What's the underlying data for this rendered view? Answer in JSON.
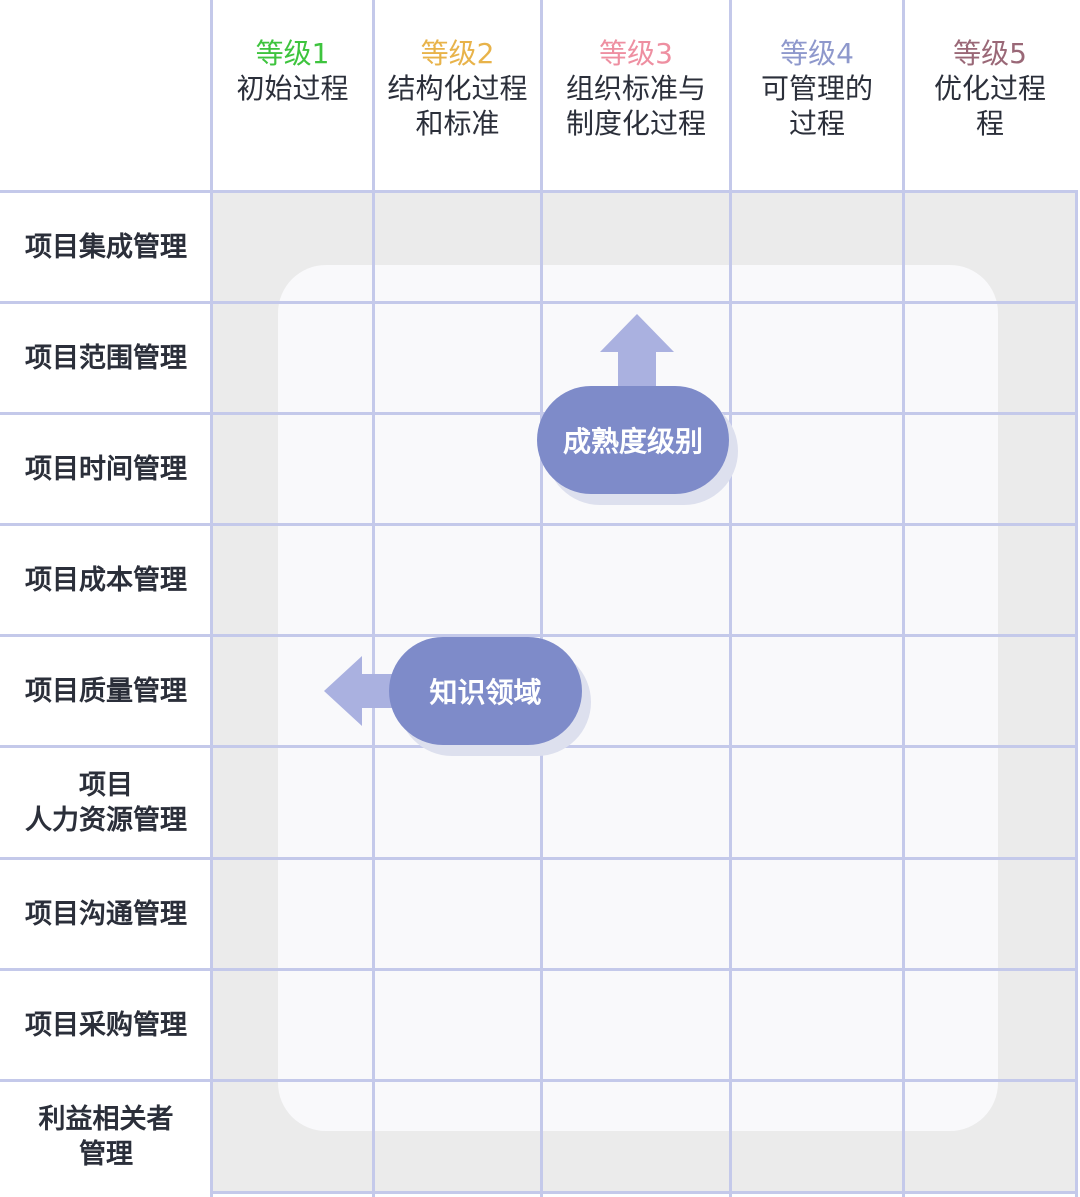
{
  "levels": [
    {
      "num": "等级1",
      "name": "初始过程",
      "color": "#3ec43e"
    },
    {
      "num": "等级2",
      "name": "结构化过程\n和标准",
      "color": "#e8b34a"
    },
    {
      "num": "等级3",
      "name": "组织标准与\n制度化过程",
      "color": "#ee8fa1"
    },
    {
      "num": "等级4",
      "name": "可管理的\n过程",
      "color": "#8e98cc"
    },
    {
      "num": "等级5",
      "name": "优化过程\n程",
      "color": "#9a6877"
    }
  ],
  "knowledge_areas": [
    "项目集成管理",
    "项目范围管理",
    "项目时间管理",
    "项目成本管理",
    "项目质量管理",
    "项目\n人力资源管理",
    "项目沟通管理",
    "项目采购管理",
    "利益相关者\n管理"
  ],
  "callouts": {
    "maturity": "成熟度级别",
    "knowledge": "知识领域"
  },
  "colors": {
    "grid_line": "#c4c9ea",
    "pill": "#7e8bc9",
    "arrow": "#aab1e0",
    "cell_bg": "#ebebeb"
  }
}
